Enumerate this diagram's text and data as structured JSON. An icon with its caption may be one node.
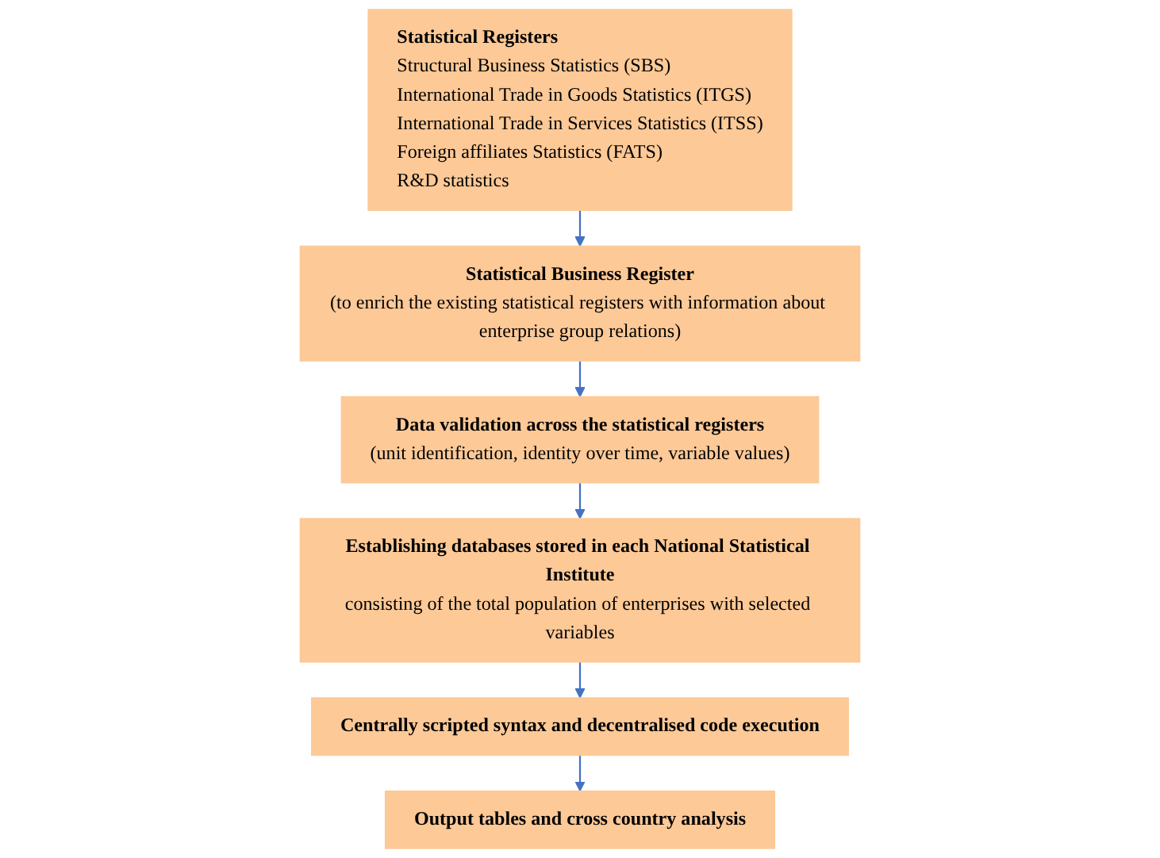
{
  "diagram": {
    "nodes": [
      {
        "text": [
          "Statistical Business Register",
          "(to enrich the existing statistical registers with information about enterprise group relations)"
        ]
      },
      {
        "text": [
          "Data validation across the statistical registers",
          "(unit identification, identity over time, variable values)"
        ]
      },
      {
        "text": [
          "Establishing databases stored in each National Statistical Institute",
          "consisting of the total population of enterprises with selected variables"
        ]
      },
      {
        "text": [
          "Centrally scripted syntax and decentralised code execution"
        ]
      },
      {
        "text": [
          "Output tables and cross country analysis"
        ]
      },
      {
        "text": [
          "Statistical Registers",
          "Structural Business Statistics (SBS)",
          "International Trade in Goods Statistics (ITGS)",
          "International Trade in Services Statistics (ITSS)",
          "Foreign affiliates Statistics (FATS)",
          "R&D statistics"
        ]
      }
    ],
    "edges": [
      {
        "from": 5,
        "to": 0,
        "arrow": "to"
      },
      {
        "from": 0,
        "to": 1,
        "arrow": "to"
      },
      {
        "from": 1,
        "to": 2,
        "arrow": "to"
      },
      {
        "from": 2,
        "to": 3,
        "arrow": "to"
      },
      {
        "from": 3,
        "to": 4,
        "arrow": "to"
      }
    ]
  }
}
